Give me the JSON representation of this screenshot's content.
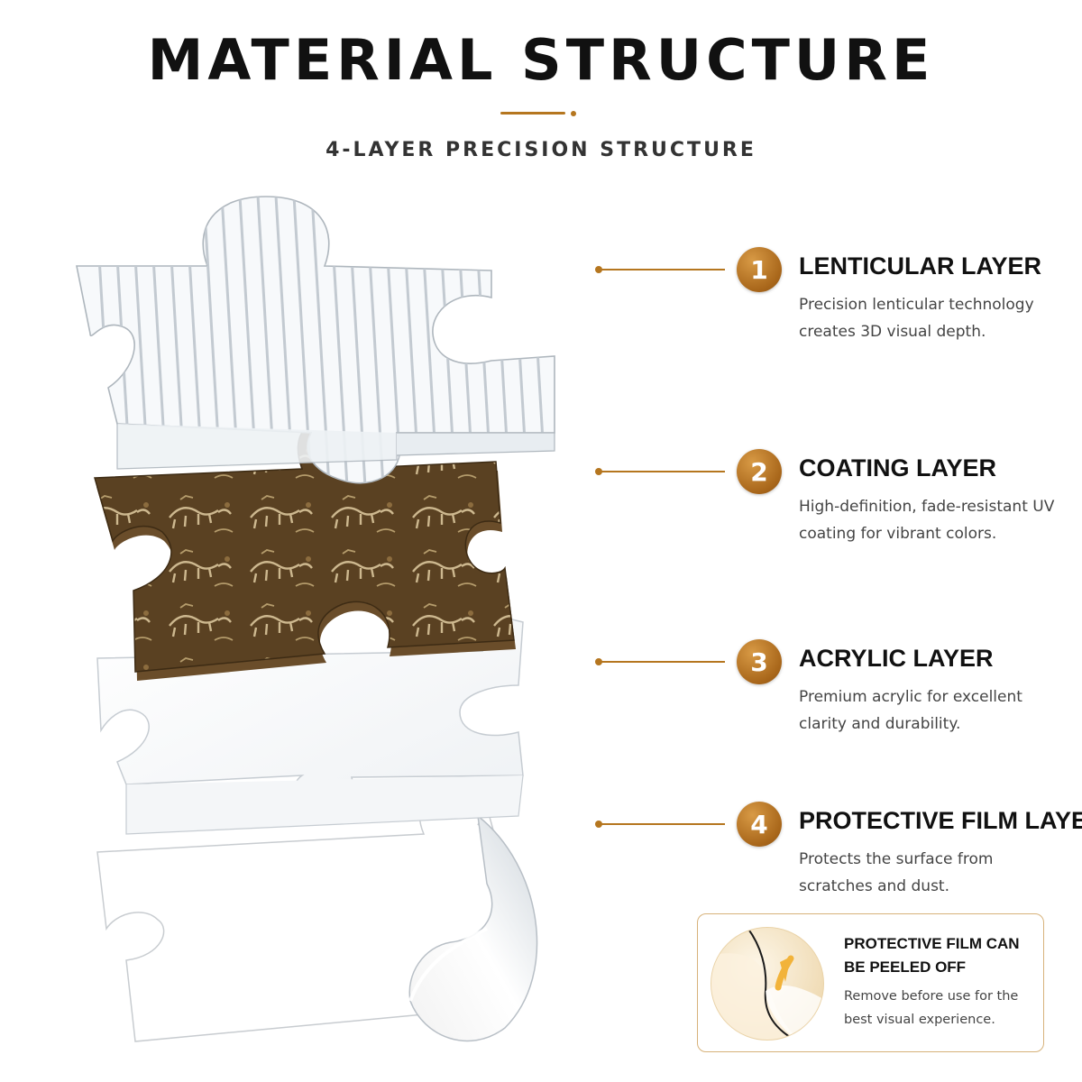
{
  "header": {
    "title": "MATERIAL STRUCTURE",
    "subtitle": "4-LAYER PRECISION STRUCTURE"
  },
  "colors": {
    "accent": "#b5761f",
    "coating": "#5a4122",
    "fossil": "#cdb88f"
  },
  "layers": [
    {
      "number": "1",
      "title": "LENTICULAR LAYER",
      "description": "Precision lenticular technology creates 3D visual depth."
    },
    {
      "number": "2",
      "title": "COATING LAYER",
      "description": "High-definition, fade-resistant UV coating for vibrant colors."
    },
    {
      "number": "3",
      "title": "ACRYLIC LAYER",
      "description": "Premium acrylic for excellent clarity and durability."
    },
    {
      "number": "4",
      "title": "PROTECTIVE FILM LAYER",
      "description": "Protects the surface from scratches and dust."
    }
  ],
  "peel_note": {
    "title": "PROTECTIVE FILM CAN BE PEELED OFF",
    "description": "Remove before use for the best visual experience.",
    "icon": "arrow-up-icon"
  }
}
